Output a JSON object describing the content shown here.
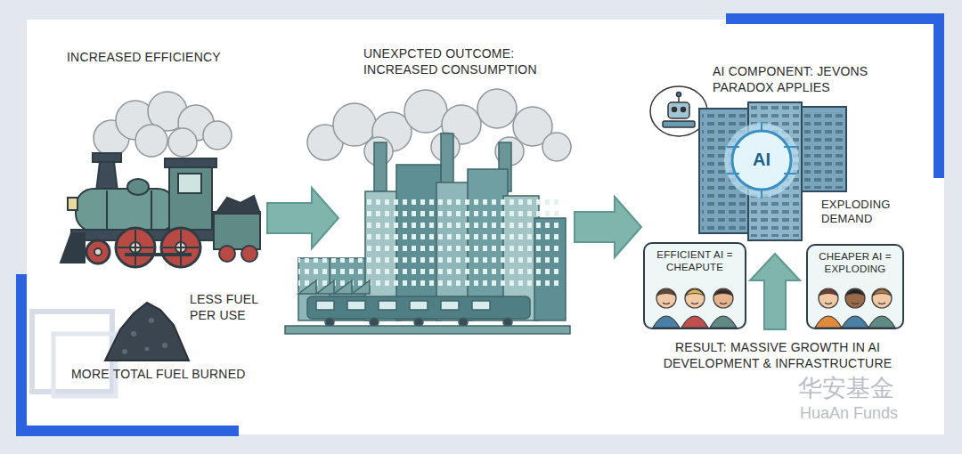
{
  "diagram": {
    "nodes": [
      {
        "text": [
          "INCREASED EFFICIENCY",
          "LESS FUEL PER USE",
          "MORE TOTAL FUEL BURNED"
        ]
      },
      {
        "text": [
          "UNEXPCTED OUTCOME: INCREASED CONSUMPTION"
        ]
      },
      {
        "text": [
          "AI COMPONENT: JEVONS PARADOX APPLIES",
          "EXPLODING DEMAND",
          "RESULT: MASSIVE GROWTH IN AI DEVELOPMENT & INFRASTRUCTURE"
        ]
      },
      {
        "text": [
          "EFFICIENT AI = CHEAPUTE"
        ],
        "in": 2
      },
      {
        "text": [
          "CHEAPER AI = EXPLODING"
        ],
        "in": 2
      }
    ],
    "edges": [
      {
        "from": 0,
        "to": 1,
        "arrow": "to"
      },
      {
        "from": 1,
        "to": 2,
        "arrow": "to"
      }
    ],
    "labels": [
      "AI",
      "华安基金",
      "HuaAn Funds"
    ]
  }
}
